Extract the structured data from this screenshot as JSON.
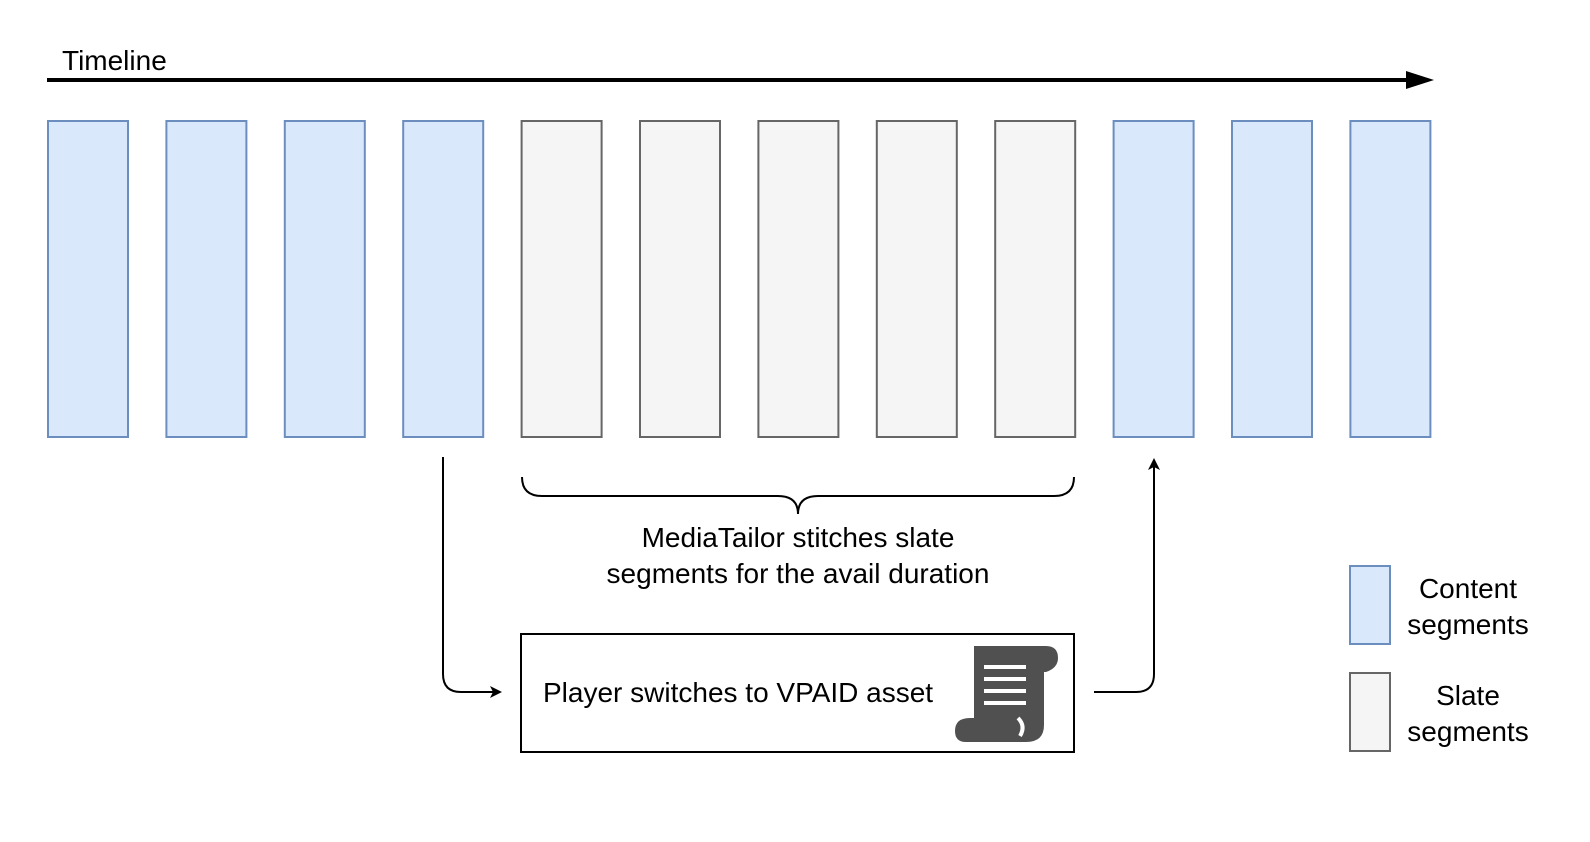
{
  "timeline": {
    "label": "Timeline"
  },
  "segments": [
    "content",
    "content",
    "content",
    "content",
    "slate",
    "slate",
    "slate",
    "slate",
    "slate",
    "content",
    "content",
    "content"
  ],
  "stitch_note": {
    "line1": "MediaTailor stitches slate",
    "line2": "segments for the avail duration"
  },
  "player_box": {
    "label": "Player switches to VPAID asset",
    "icon": "script-scroll-icon"
  },
  "legend": {
    "content": {
      "line1": "Content",
      "line2": "segments"
    },
    "slate": {
      "line1": "Slate",
      "line2": "segments"
    }
  },
  "colors": {
    "content_fill": "#dae8fc",
    "content_stroke": "#6c8ebf",
    "slate_fill": "#f5f5f5",
    "slate_stroke": "#666666",
    "line": "#000000",
    "icon": "#505050"
  }
}
